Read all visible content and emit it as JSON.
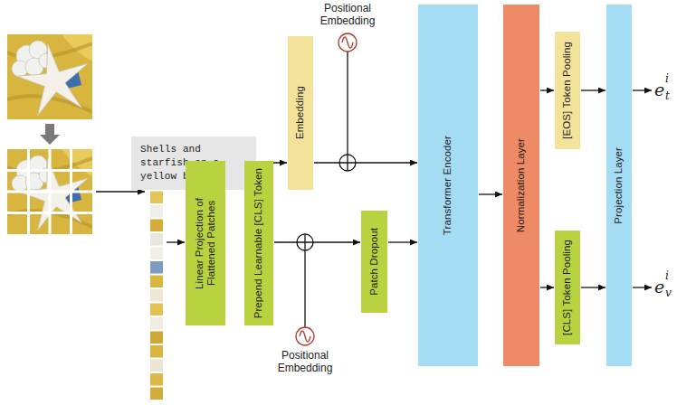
{
  "diagram": {
    "nodes": [
      {
        "text": [
          "Shells and starfish on a yellow blanket"
        ]
      },
      {
        "text": [
          "Embedding"
        ]
      },
      {
        "text": [
          "Linear Projection of Flattened Patches"
        ]
      },
      {
        "text": [
          "Prepend Learnable [CLS] Token"
        ]
      },
      {
        "text": [
          "Patch Dropout"
        ]
      },
      {
        "text": [
          "Transformer Encoder"
        ]
      },
      {
        "text": [
          "Normalization Layer"
        ]
      },
      {
        "text": [
          "[EOS] Token Pooling"
        ]
      },
      {
        "text": [
          "[CLS] Token Pooling"
        ]
      },
      {
        "text": [
          "Projection Layer"
        ]
      }
    ],
    "edges": [
      {
        "from": 0,
        "to": 1,
        "arrow": "to"
      },
      {
        "from": 1,
        "to": 5,
        "arrow": "to"
      },
      {
        "from": 3,
        "to": 4,
        "arrow": "to"
      },
      {
        "from": 4,
        "to": 5,
        "arrow": "to"
      },
      {
        "from": 5,
        "to": 6,
        "arrow": "to"
      },
      {
        "from": 6,
        "to": 7,
        "arrow": "to"
      },
      {
        "from": 6,
        "to": 8,
        "arrow": "to"
      },
      {
        "from": 7,
        "to": 9,
        "arrow": "to"
      },
      {
        "from": 8,
        "to": 9,
        "arrow": "to"
      }
    ],
    "labels": [
      "Positional Embedding",
      "Positional Embedding",
      "e",
      "i",
      "t",
      "e",
      "i",
      "v"
    ]
  }
}
